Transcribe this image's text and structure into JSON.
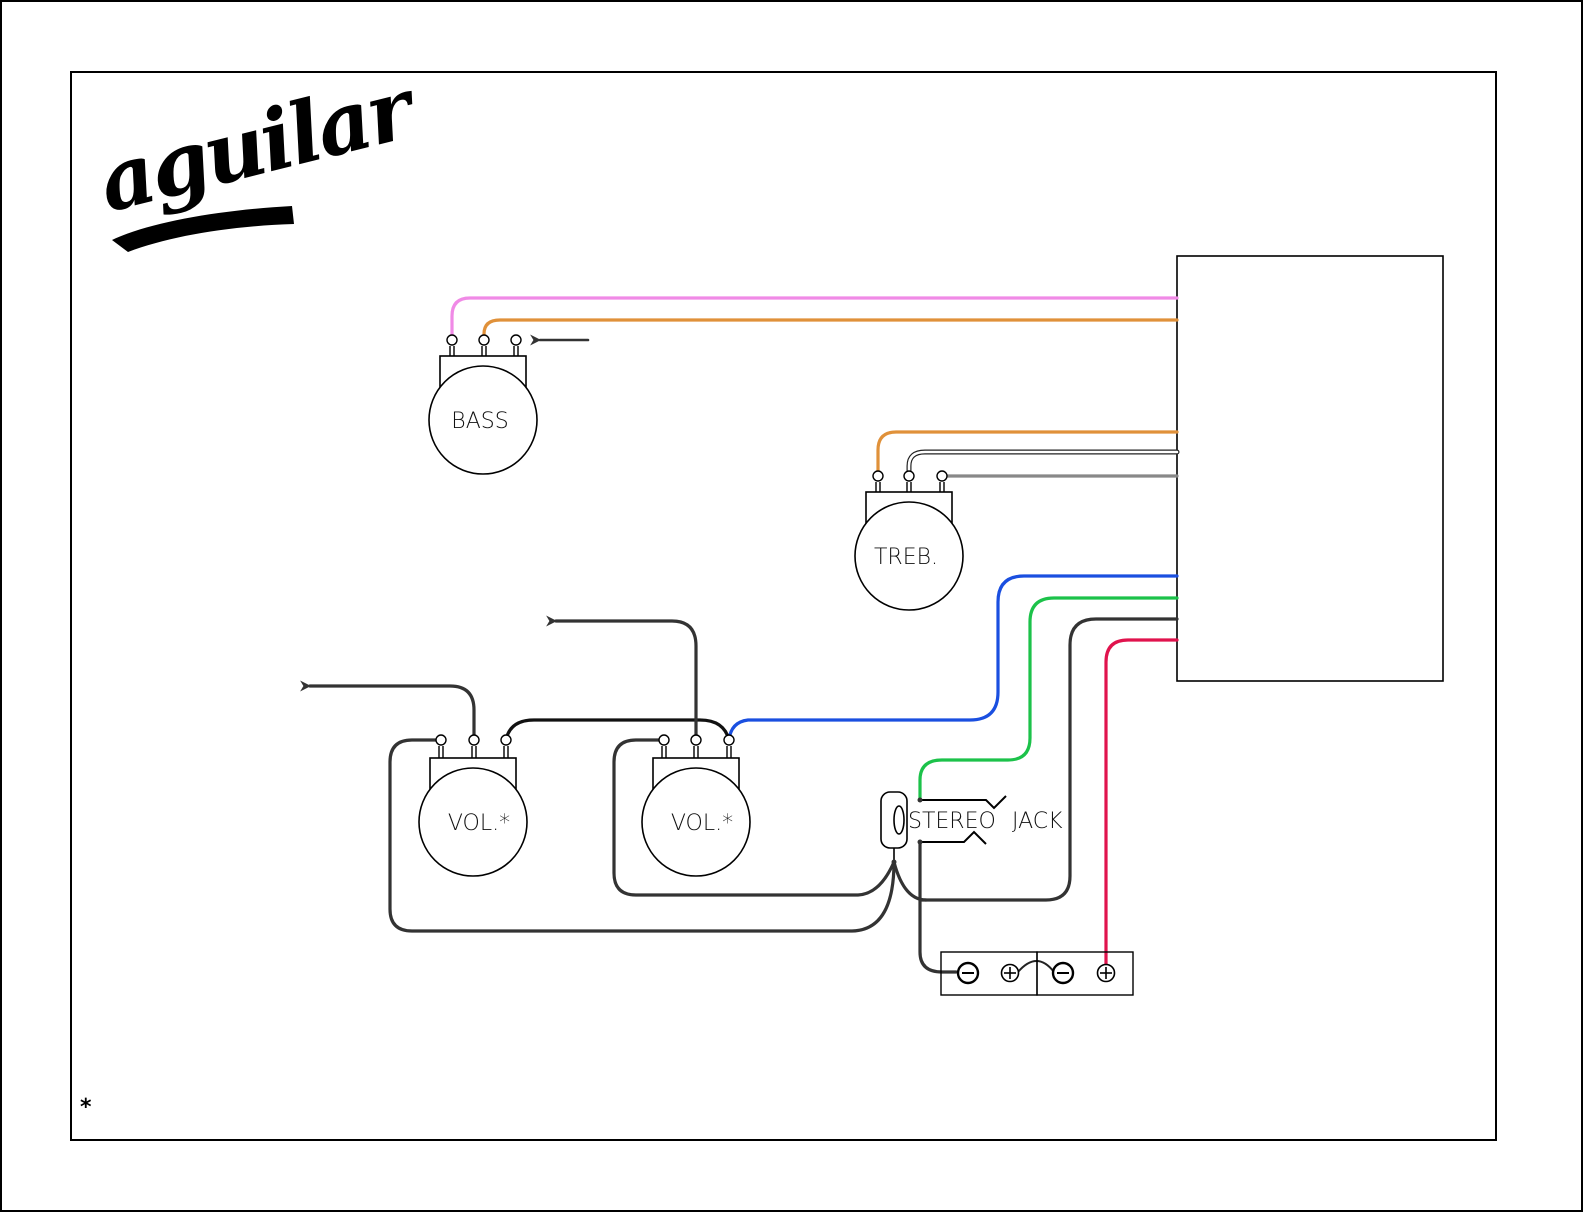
{
  "brand": {
    "logo_text": "aguilar"
  },
  "footnote": {
    "marker": "*"
  },
  "colors": {
    "pink": "#f08ae6",
    "orange": "#e0913a",
    "white_wire_outline": "#222222",
    "grey": "#888888",
    "blue": "#1a4fe0",
    "green": "#1cc24a",
    "black": "#333333",
    "red": "#e0134d",
    "outline": "#000000"
  },
  "components": {
    "bass_pot": {
      "label": "BASS"
    },
    "treble_pot": {
      "label": "TREB."
    },
    "volume_pot_1": {
      "label": "VOL.*"
    },
    "volume_pot_2": {
      "label": "VOL.*"
    },
    "jack": {
      "label_left": "STEREO",
      "label_right": "JACK"
    },
    "battery_1": {
      "neg": "−",
      "pos": "+"
    },
    "battery_2": {
      "neg": "−",
      "pos": "+"
    },
    "preamp_module": {
      "label": ""
    }
  },
  "wires": [
    {
      "id": "bass-pink",
      "color": "pink",
      "from": "bass_pot.lug1",
      "to": "preamp_module"
    },
    {
      "id": "bass-orange",
      "color": "orange",
      "from": "bass_pot.lug2",
      "to": "preamp_module"
    },
    {
      "id": "treble-orange",
      "color": "orange",
      "from": "treble_pot.lug1",
      "to": "preamp_module"
    },
    {
      "id": "treble-white",
      "color": "white",
      "from": "treble_pot.lug2",
      "to": "preamp_module"
    },
    {
      "id": "treble-grey",
      "color": "grey",
      "from": "treble_pot.lug3",
      "to": "preamp_module"
    },
    {
      "id": "blue",
      "color": "blue",
      "from": "volume_pot_2.lug3",
      "to": "preamp_module"
    },
    {
      "id": "green",
      "color": "green",
      "from": "jack.tip",
      "to": "preamp_module"
    },
    {
      "id": "black",
      "color": "black",
      "from": "jack.ground",
      "to": "preamp_module"
    },
    {
      "id": "red",
      "color": "red",
      "from": "battery_2.pos",
      "to": "preamp_module"
    }
  ],
  "arrows": [
    {
      "id": "bass-lug3-arrow",
      "direction": "left"
    },
    {
      "id": "vol1-lug2-arrow",
      "direction": "left"
    },
    {
      "id": "vol2-lug2-arrow",
      "direction": "left"
    }
  ]
}
